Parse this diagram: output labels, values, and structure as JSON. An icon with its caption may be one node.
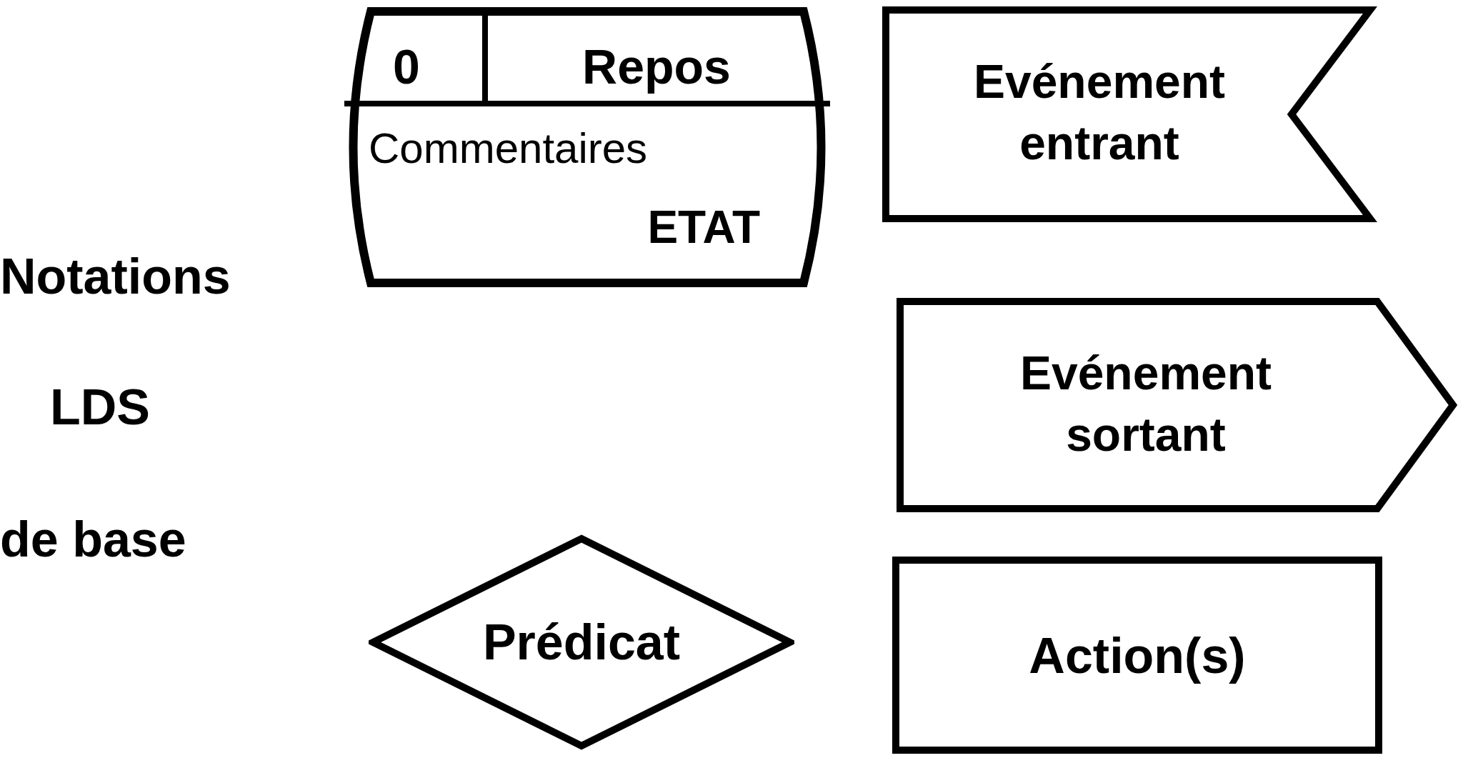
{
  "diagram": {
    "nodes": [
      {
        "text": [
          "0",
          "Repos",
          "Commentaires",
          "ETAT"
        ]
      },
      {
        "text": [
          "Evénement entrant"
        ]
      },
      {
        "text": [
          "Evénement sortant"
        ]
      },
      {
        "text": [
          "Prédicat"
        ]
      },
      {
        "text": [
          "Action(s)"
        ]
      }
    ],
    "labels": [
      "Notations",
      "LDS",
      "de base"
    ]
  }
}
